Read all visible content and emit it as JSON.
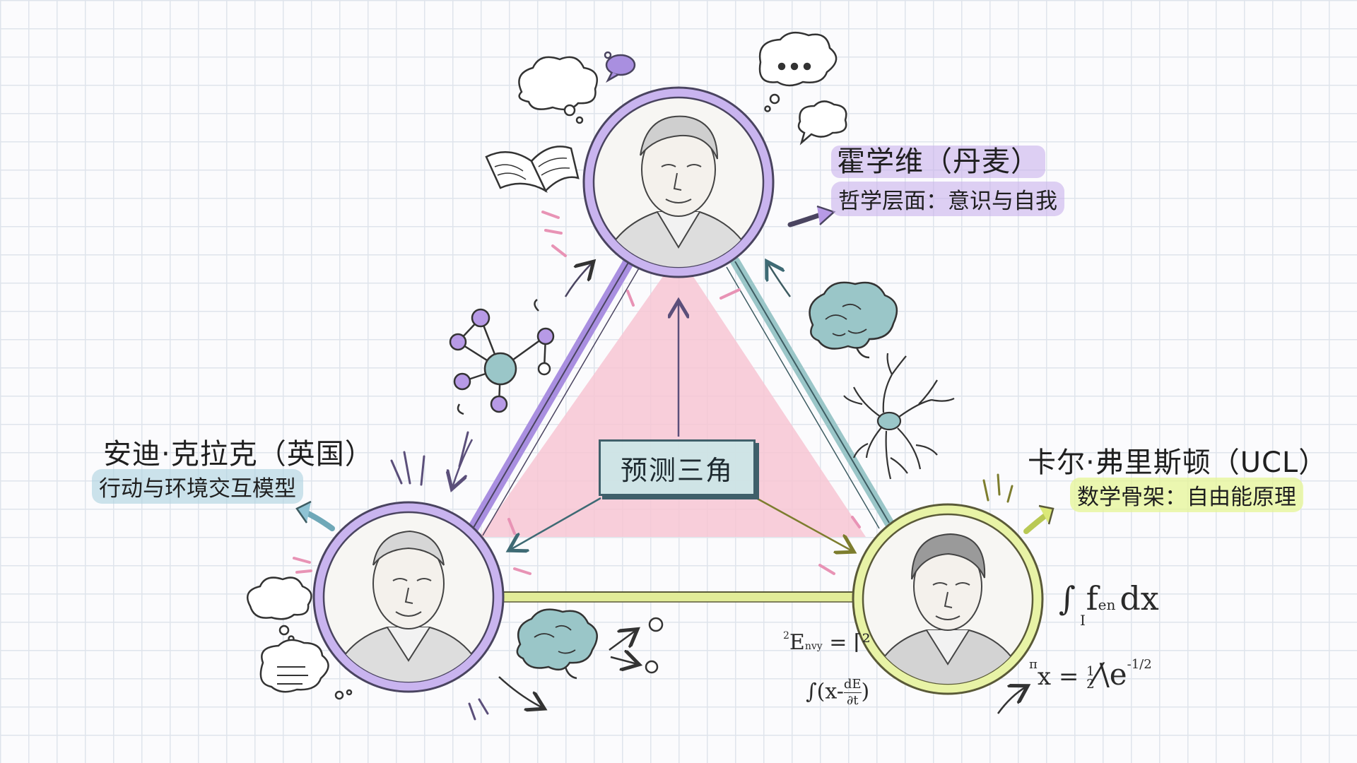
{
  "center": {
    "label": "预测三角"
  },
  "nodes": {
    "top": {
      "name": "霍学维（丹麦）",
      "subtitle": "哲学层面：意识与自我",
      "accent": "#9b7fd6"
    },
    "left": {
      "name": "安迪·克拉克（英国）",
      "subtitle": "行动与环境交互模型",
      "accent": "#8fc3d4"
    },
    "right": {
      "name": "卡尔·弗里斯顿（UCL）",
      "subtitle": "数学骨架：自由能原理",
      "accent": "#d8ec6a"
    }
  },
  "colors": {
    "triangle_fill": "#f7c6d4",
    "edge_purple": "#a98fe0",
    "edge_teal": "#9ac6c8",
    "edge_yellow": "#e2ec98",
    "grid": "#dfe4ec"
  },
  "equations": {
    "integral_f": "∫ f",
    "f_subscript": "en",
    "dx": "dx",
    "lower_limit": "I",
    "pi_x": "π",
    "x_eq": "x = ",
    "half_num": "1",
    "half_den": "2",
    "lambda_e": "⁄\\e",
    "exponent": "-1/2",
    "e_sup": "2",
    "e_main": "E",
    "e_sub": "nvy",
    "e_rhs": " = ⌈²",
    "int_left": "∫(x-",
    "frac_num": "dE",
    "frac_den": "∂t",
    "int_right": ")"
  },
  "icons": [
    "thought-cloud-icon",
    "speech-bubble-icon",
    "open-book-icon",
    "network-icon",
    "brain-icon",
    "neuron-icon",
    "arrow-icon"
  ]
}
